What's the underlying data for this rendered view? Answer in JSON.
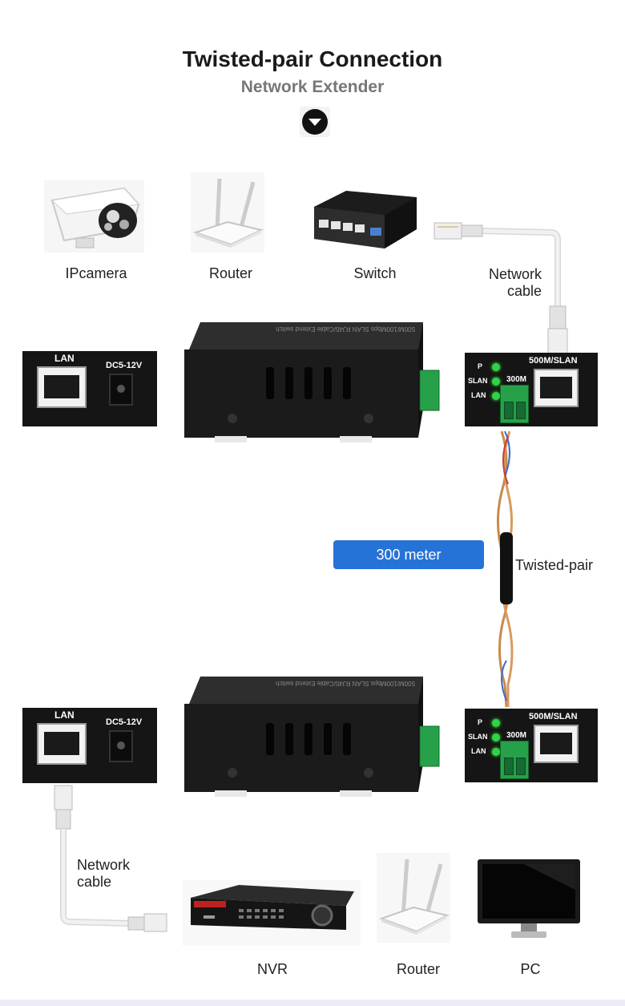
{
  "header": {
    "title": "Twisted-pair Connection",
    "subtitle": "Network Extender"
  },
  "top_devices": [
    {
      "name": "IPcamera",
      "label": "IPcamera"
    },
    {
      "name": "Router",
      "label": "Router"
    },
    {
      "name": "Switch",
      "label": "Switch"
    }
  ],
  "top_cable_label": "Network\ncable",
  "extender_front": {
    "lan_label": "LAN",
    "dc_label": "DC5-12V"
  },
  "extender_back": {
    "port_label": "500M/SLAN",
    "led_labels": [
      "P",
      "SLAN",
      "LAN"
    ],
    "term_label": "300M"
  },
  "top_case_print": "500M/100Mbps SLAN RJ45/Cable Extend switch",
  "distance_badge": "300 meter",
  "twisted_pair_label": "Twisted-pair",
  "bottom_cable_label": "Network\ncable",
  "bottom_devices": [
    {
      "name": "NVR",
      "label": "NVR"
    },
    {
      "name": "Router",
      "label": "Router"
    },
    {
      "name": "PC",
      "label": "PC"
    }
  ],
  "colors": {
    "badge_blue": "#2673d8",
    "device_black": "#151515",
    "terminal_green": "#27a04a",
    "led_green": "#2fd24a"
  }
}
